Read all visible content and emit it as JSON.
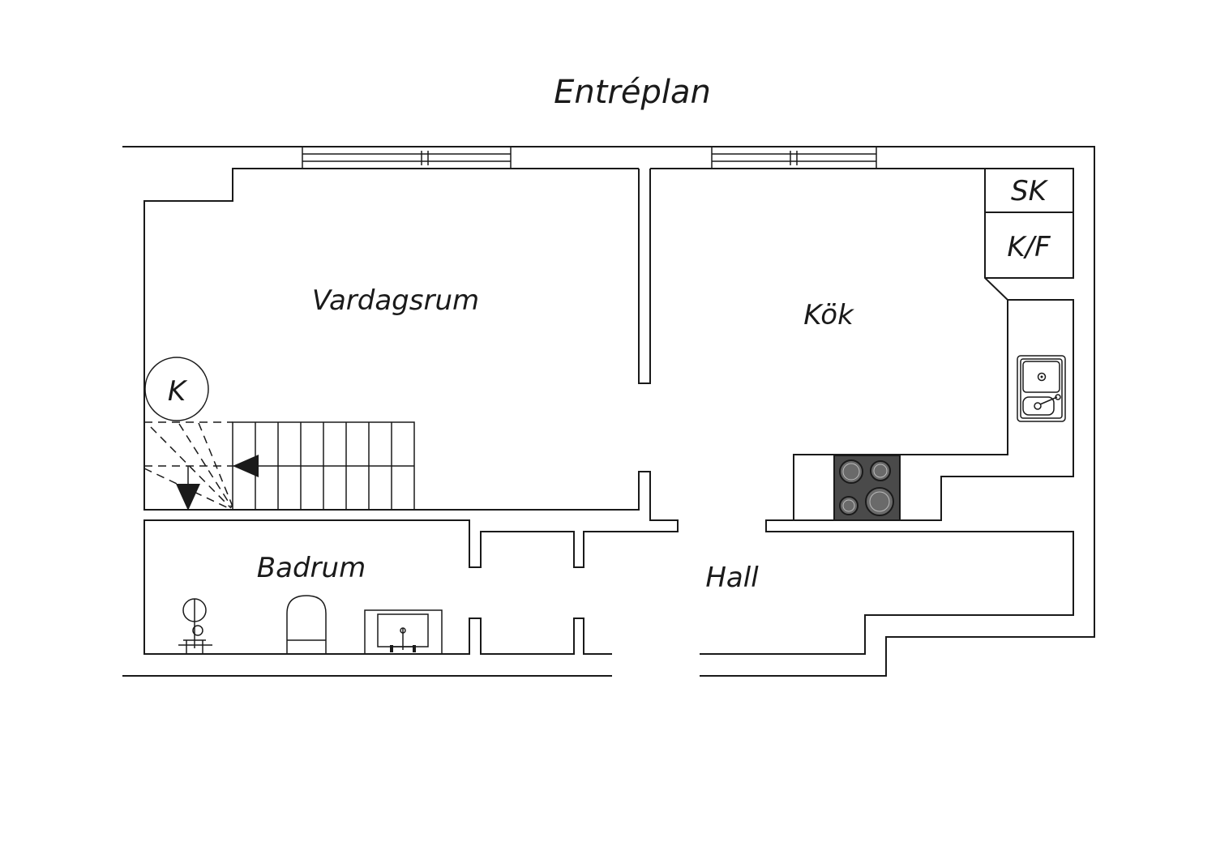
{
  "title": "Entréplan",
  "rooms": {
    "vardagsrum": "Vardagsrum",
    "kok": "Kök",
    "badrum": "Badrum",
    "hall": "Hall"
  },
  "fixtures": {
    "sk": "SK",
    "kf": "K/F",
    "k": "K"
  },
  "colors": {
    "line": "#1a1a1a",
    "stove": "#4a4a4a",
    "background": "#ffffff"
  },
  "icons": [
    "stairs-arrow-left-icon",
    "stairs-arrow-down-icon",
    "sink-icon",
    "stove-icon",
    "toilet-icon",
    "shower-icon",
    "washbasin-icon",
    "window-icon"
  ]
}
